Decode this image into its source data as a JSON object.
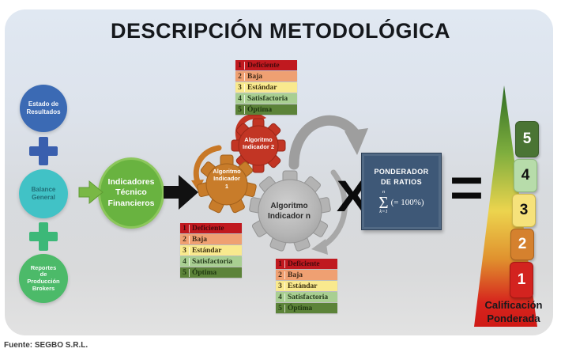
{
  "title": "DESCRIPCIÓN METODOLÓGICA",
  "source": "Fuente: SEGBO S.R.L.",
  "inputs": {
    "estado": "Estado de\nResultados",
    "balance": "Balance\nGeneral",
    "reportes": "Reportes\nde\nProducción\nBrokers"
  },
  "indicadores": "Indicadores\nTécnico\nFinancieros",
  "gears": {
    "g1": "Algoritmo\nIndicador\n1",
    "g2": "Algoritmo\nIndicador 2",
    "gn": "Algoritmo\nIndicador n"
  },
  "scale": {
    "rows": [
      {
        "num": "1",
        "label": "Deficiente"
      },
      {
        "num": "2",
        "label": "Baja"
      },
      {
        "num": "3",
        "label": "Estándar"
      },
      {
        "num": "4",
        "label": "Satisfactoria"
      },
      {
        "num": "5",
        "label": "Óptima"
      }
    ]
  },
  "ponderador": {
    "title": "PONDERADOR\nDE RATIOS",
    "sum_top": "n",
    "sigma": "Σ",
    "sum_bottom": "k=1",
    "value": "(= 100%)"
  },
  "operators": {
    "times": "X",
    "equals": "="
  },
  "calificacion": {
    "boxes": [
      "5",
      "4",
      "3",
      "2",
      "1"
    ],
    "label": "Calificación\nPonderada"
  },
  "icons": {
    "plus-blue": "+",
    "plus-green": "+",
    "arrow-green-right": "→",
    "arrow-black-right": "→",
    "curved-arrow-orange": "↶",
    "curved-arrow-red": "↷",
    "curved-arrow-gray": "↷",
    "gear": "⚙",
    "gradient-triangle": "▲"
  },
  "colors": {
    "panel_top": "#e0e8f2",
    "panel_bottom": "#e2e2e2",
    "circle_estado": "#3b6ab4",
    "circle_balance": "#41c2c6",
    "circle_reportes": "#4cba69",
    "ellipse_indicadores": "#69b340",
    "gear_1": "#c87c2a",
    "gear_2": "#c23524",
    "gear_n": "#b9b9b9",
    "ponderador_bg": "#3e5877",
    "scale_rows": [
      "#c0191f",
      "#efa072",
      "#f9e98e",
      "#a9cf92",
      "#5c8339"
    ],
    "triangle_stops": [
      "#2e6b24",
      "#7fae3e",
      "#ecd44e",
      "#e0912e",
      "#d6241d"
    ],
    "box_colors": [
      "#4a7434",
      "#b7dcaa",
      "#f6e27b",
      "#d5812e",
      "#d3231f"
    ]
  }
}
